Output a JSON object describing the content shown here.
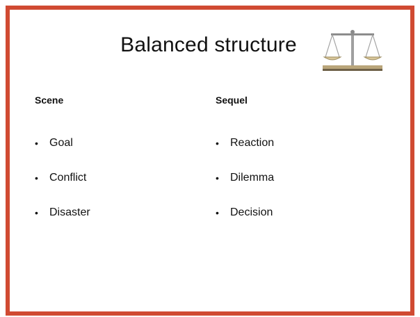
{
  "slide": {
    "title": "Balanced structure",
    "icon": "balance-scale-icon",
    "frame_color": "#d04a32"
  },
  "columns": [
    {
      "heading": "Scene",
      "items": [
        "Goal",
        "Conflict",
        "Disaster"
      ]
    },
    {
      "heading": "Sequel",
      "items": [
        "Reaction",
        "Dilemma",
        "Decision"
      ]
    }
  ],
  "bullet_glyph": "•"
}
